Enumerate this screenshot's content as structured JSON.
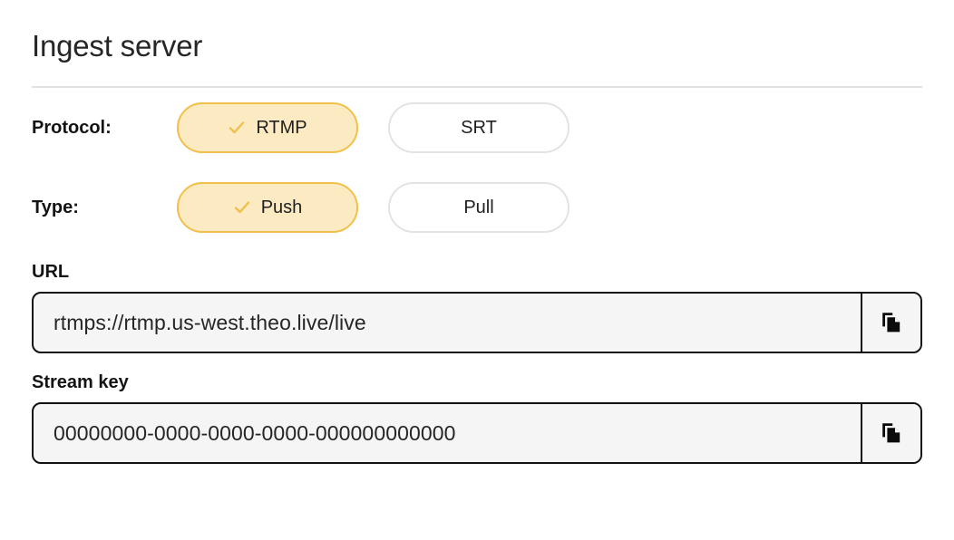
{
  "header": {
    "title": "Ingest server"
  },
  "protocol": {
    "label": "Protocol:",
    "options": [
      {
        "label": "RTMP",
        "selected": true,
        "icon": "check-icon"
      },
      {
        "label": "SRT",
        "selected": false
      }
    ]
  },
  "type": {
    "label": "Type:",
    "options": [
      {
        "label": "Push",
        "selected": true,
        "icon": "check-icon"
      },
      {
        "label": "Pull",
        "selected": false
      }
    ]
  },
  "url_field": {
    "label": "URL",
    "value": "rtmps://rtmp.us-west.theo.live/live",
    "copy_icon": "copy-icon"
  },
  "stream_key_field": {
    "label": "Stream key",
    "value": "00000000-0000-0000-0000-000000000000",
    "copy_icon": "copy-icon"
  },
  "colors": {
    "selected_bg": "#fcebc2",
    "selected_border": "#f2c04a",
    "check": "#f0c04a",
    "unselected_border": "#e3e3e5",
    "field_bg": "#f5f5f5",
    "field_border": "#111111",
    "divider": "#e2e2e4",
    "text": "#1a1a1a"
  }
}
